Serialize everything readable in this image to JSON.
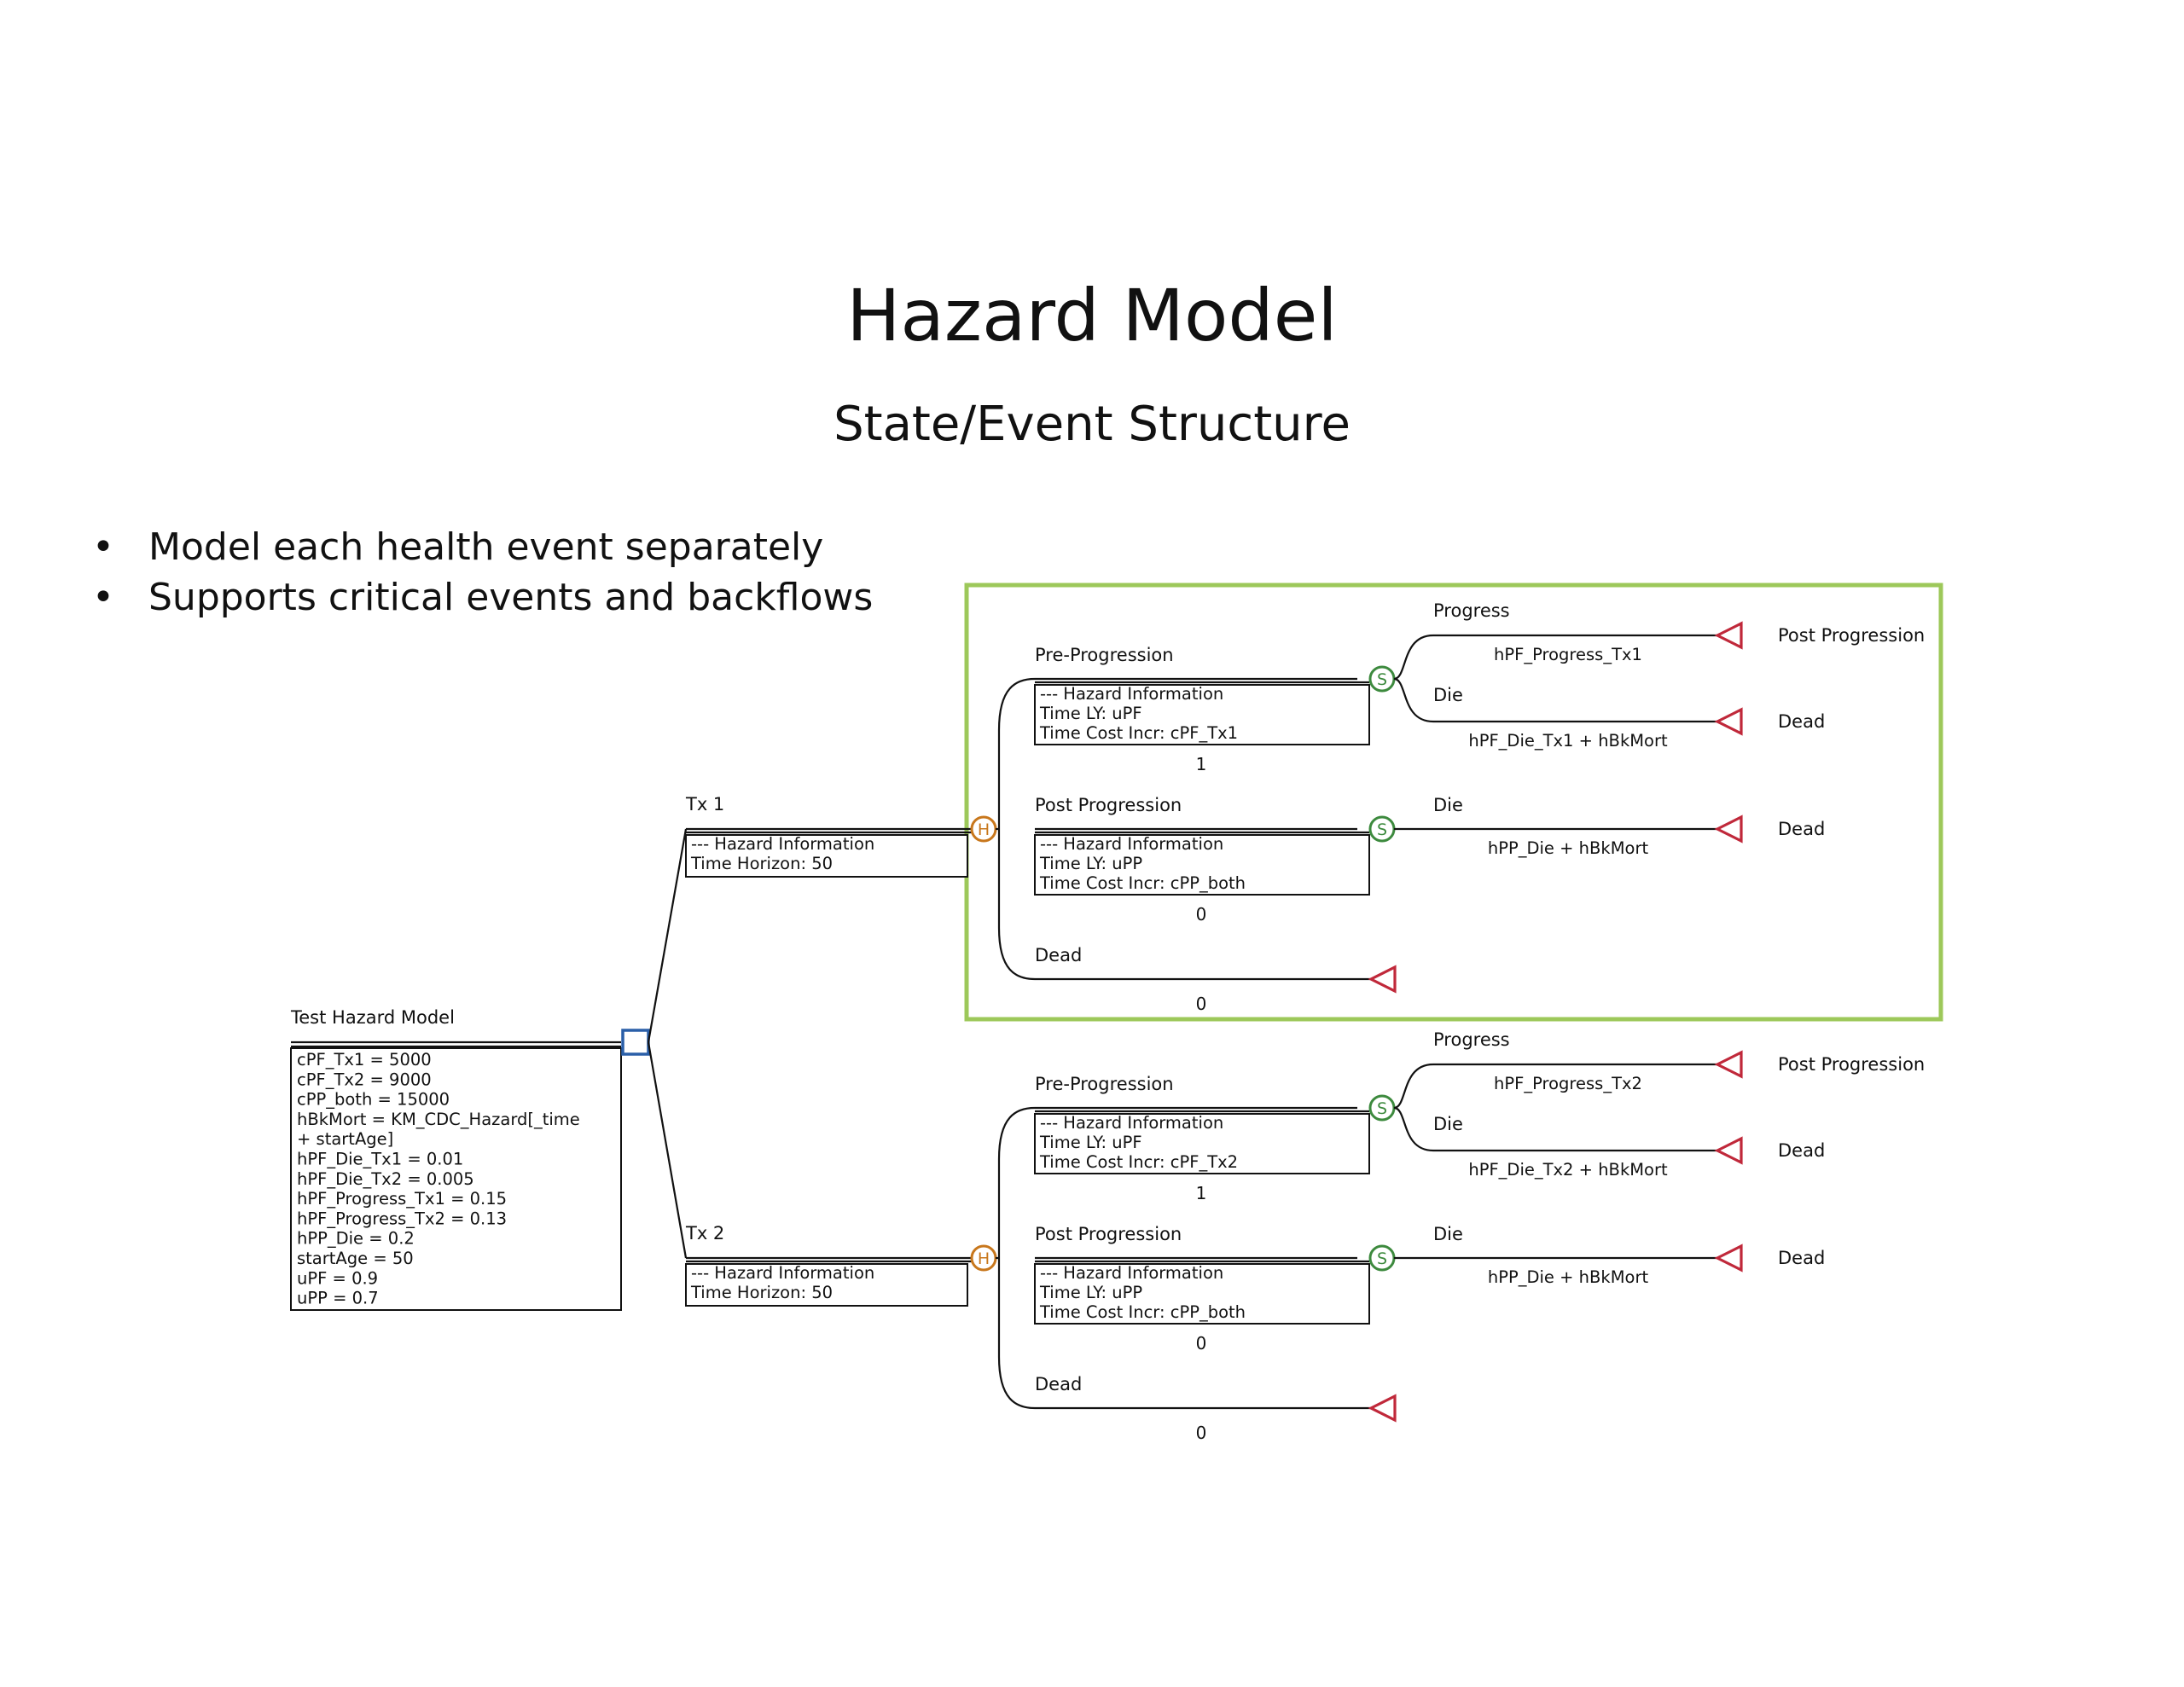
{
  "title": "Hazard Model",
  "subtitle": "State/Event Structure",
  "bullets": [
    "Model each health event separately",
    "Supports critical events and backflows"
  ],
  "tree": {
    "root": {
      "label": "Test Hazard Model",
      "definitions": [
        "cPF_Tx1 = 5000",
        "cPF_Tx2 = 9000",
        "cPP_both = 15000",
        "hBkMort = KM_CDC_Hazard[_time",
        "+ startAge]",
        "hPF_Die_Tx1 = 0.01",
        "hPF_Die_Tx2 = 0.005",
        "hPF_Progress_Tx1 = 0.15",
        "hPF_Progress_Tx2 = 0.13",
        "hPP_Die = 0.2",
        "startAge = 50",
        "uPF = 0.9",
        "uPP = 0.7"
      ]
    },
    "node_letters": {
      "hazard": "H",
      "state": "S"
    },
    "branches": [
      {
        "label": "Tx 1",
        "info": [
          "--- Hazard Information",
          "Time Horizon: 50"
        ],
        "states": [
          {
            "label": "Pre-Progression",
            "info": [
              "--- Hazard Information",
              "Time LY: uPF",
              "Time Cost Incr: cPF_Tx1"
            ],
            "prob": "1",
            "events": [
              {
                "label": "Progress",
                "formula": "hPF_Progress_Tx1",
                "target": "Post Progression"
              },
              {
                "label": "Die",
                "formula": "hPF_Die_Tx1 + hBkMort",
                "target": "Dead"
              }
            ]
          },
          {
            "label": "Post Progression",
            "info": [
              "--- Hazard Information",
              "Time LY: uPP",
              "Time Cost Incr: cPP_both"
            ],
            "prob": "0",
            "events": [
              {
                "label": "Die",
                "formula": "hPP_Die + hBkMort",
                "target": "Dead"
              }
            ]
          },
          {
            "label": "Dead",
            "prob": "0"
          }
        ]
      },
      {
        "label": "Tx 2",
        "info": [
          "--- Hazard Information",
          "Time Horizon: 50"
        ],
        "states": [
          {
            "label": "Pre-Progression",
            "info": [
              "--- Hazard Information",
              "Time LY: uPF",
              "Time Cost Incr: cPF_Tx2"
            ],
            "prob": "1",
            "events": [
              {
                "label": "Progress",
                "formula": "hPF_Progress_Tx2",
                "target": "Post Progression"
              },
              {
                "label": "Die",
                "formula": "hPF_Die_Tx2 + hBkMort",
                "target": "Dead"
              }
            ]
          },
          {
            "label": "Post Progression",
            "info": [
              "--- Hazard Information",
              "Time LY: uPP",
              "Time Cost Incr: cPP_both"
            ],
            "prob": "0",
            "events": [
              {
                "label": "Die",
                "formula": "hPP_Die + hBkMort",
                "target": "Dead"
              }
            ]
          },
          {
            "label": "Dead",
            "prob": "0"
          }
        ]
      }
    ]
  },
  "colors": {
    "highlight": "#9dc85a",
    "decision_node": "#2a5fa8",
    "hazard_node": "#c8771c",
    "state_node": "#3d8a3e",
    "terminal": "#c0283a",
    "line": "#111111"
  }
}
